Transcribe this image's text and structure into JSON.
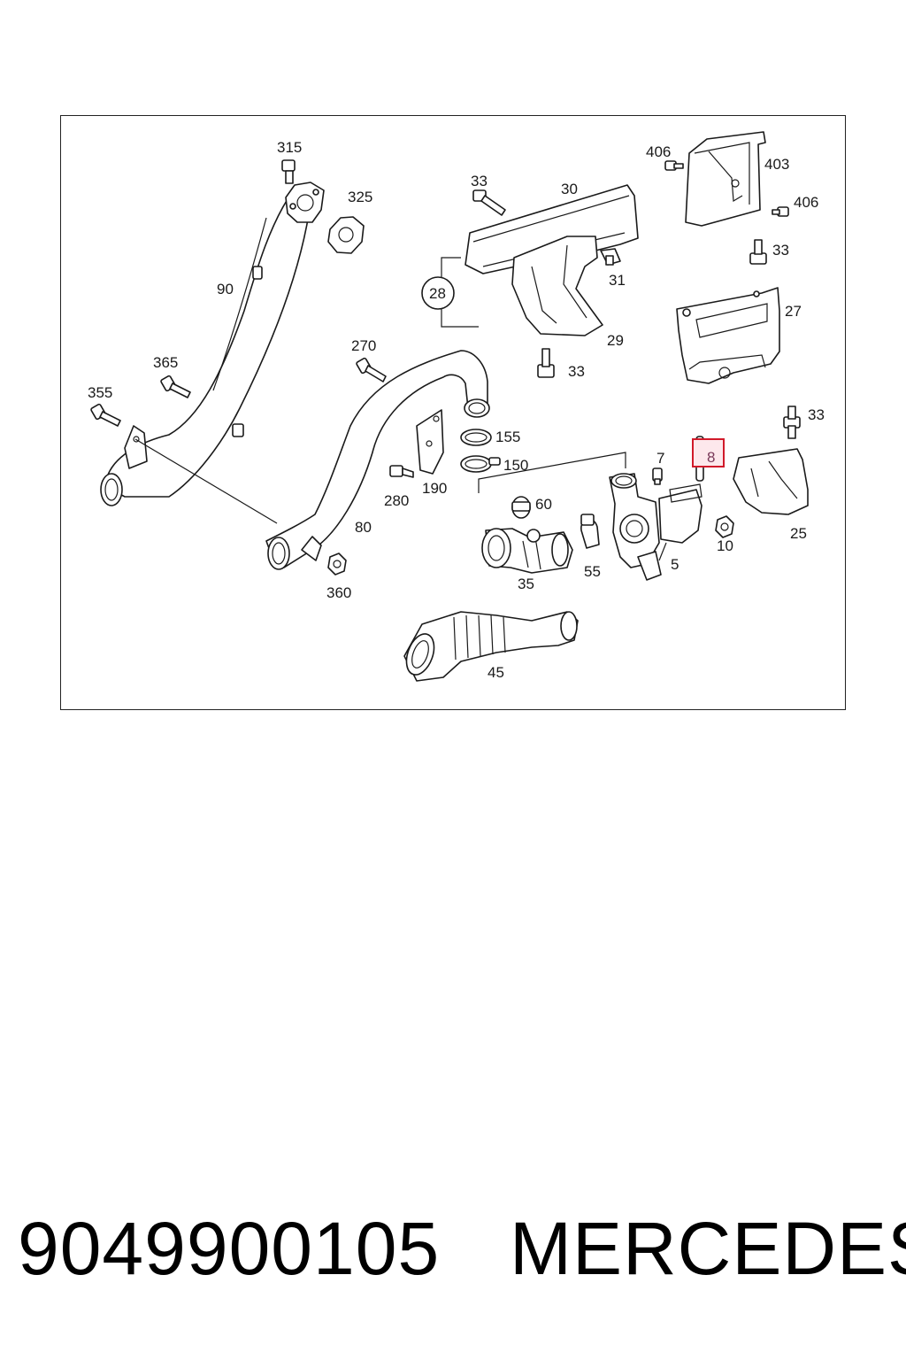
{
  "diagram": {
    "callouts": [
      {
        "id": "c315",
        "label": "315"
      },
      {
        "id": "c325",
        "label": "325"
      },
      {
        "id": "c90",
        "label": "90"
      },
      {
        "id": "c365",
        "label": "365"
      },
      {
        "id": "c355",
        "label": "355"
      },
      {
        "id": "c270",
        "label": "270"
      },
      {
        "id": "c80",
        "label": "80"
      },
      {
        "id": "c360",
        "label": "360"
      },
      {
        "id": "c280",
        "label": "280"
      },
      {
        "id": "c190",
        "label": "190"
      },
      {
        "id": "c155",
        "label": "155"
      },
      {
        "id": "c150",
        "label": "150"
      },
      {
        "id": "c33a",
        "label": "33"
      },
      {
        "id": "c30",
        "label": "30"
      },
      {
        "id": "c28",
        "label": "28"
      },
      {
        "id": "c31",
        "label": "31"
      },
      {
        "id": "c29",
        "label": "29"
      },
      {
        "id": "c33b",
        "label": "33"
      },
      {
        "id": "c406a",
        "label": "406"
      },
      {
        "id": "c403",
        "label": "403"
      },
      {
        "id": "c406b",
        "label": "406"
      },
      {
        "id": "c33c",
        "label": "33"
      },
      {
        "id": "c27",
        "label": "27"
      },
      {
        "id": "c33d",
        "label": "33"
      },
      {
        "id": "c7",
        "label": "7"
      },
      {
        "id": "c8",
        "label": "8",
        "highlighted": true
      },
      {
        "id": "c60",
        "label": "60"
      },
      {
        "id": "c35",
        "label": "35"
      },
      {
        "id": "c55",
        "label": "55"
      },
      {
        "id": "c5",
        "label": "5"
      },
      {
        "id": "c10",
        "label": "10"
      },
      {
        "id": "c25",
        "label": "25"
      },
      {
        "id": "c45",
        "label": "45"
      }
    ],
    "highlight_color": "#d11a2a"
  },
  "caption": {
    "part_number": "9049900105",
    "brand": "MERCEDES"
  }
}
